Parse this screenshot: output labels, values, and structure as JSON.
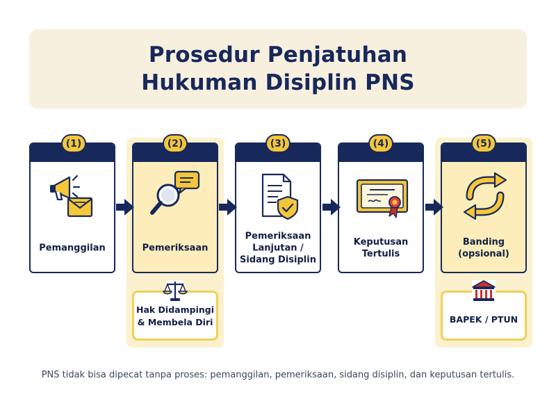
{
  "title": {
    "line1": "Prosedur Penjatuhan",
    "line2": "Hukuman Disiplin PNS"
  },
  "steps": [
    {
      "number": "(1)",
      "label": "Pemanggilan",
      "icon": "megaphone-envelope-icon",
      "highlighted": false
    },
    {
      "number": "(2)",
      "label": "Pemeriksaan",
      "icon": "magnifier-chat-icon",
      "highlighted": true
    },
    {
      "number": "(3)",
      "label": "Pemeriksaan\nLanjutan /\nSidang Disiplin",
      "icon": "document-shield-icon",
      "highlighted": false
    },
    {
      "number": "(4)",
      "label": "Keputusan\nTertulis",
      "icon": "certificate-icon",
      "highlighted": false
    },
    {
      "number": "(5)",
      "label": "Banding\n(opsional)",
      "icon": "cycle-arrows-icon",
      "highlighted": true
    }
  ],
  "notes": {
    "rights": {
      "label": "Hak Didampingi\n& Membela Diri",
      "icon": "scales-icon"
    },
    "appeal": {
      "label": "BAPEK / PTUN",
      "icon": "courthouse-icon"
    }
  },
  "footnote": "PNS tidak bisa dipecat tanpa proses: pemanggilan, pemeriksaan, sidang disiplin, dan keputusan tertulis.",
  "colors": {
    "navy": "#17285a",
    "gold": "#f4c639",
    "highlight": "#fbf1cf",
    "card_yellow": "#fcedba",
    "title_bg": "#f7f0df"
  }
}
